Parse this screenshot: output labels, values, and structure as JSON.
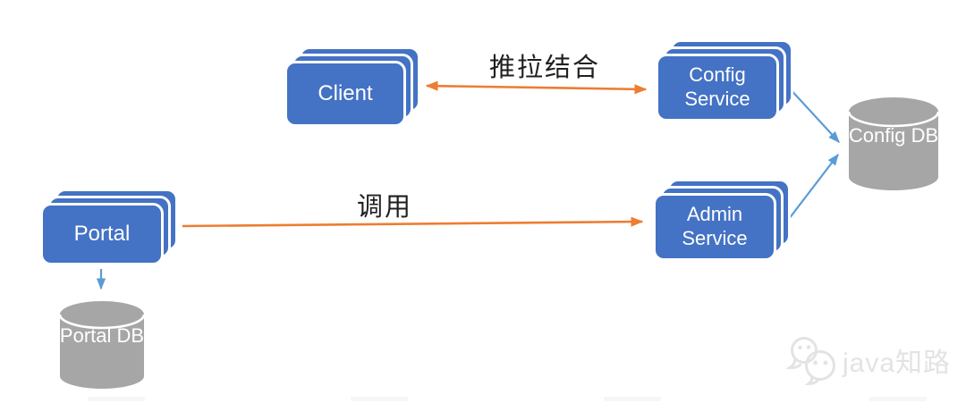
{
  "colors": {
    "node_blue": "#4472C4",
    "arrow_orange": "#ED7D31",
    "arrow_blue": "#5B9BD5",
    "db_gray": "#A6A6A6",
    "watermark_gray": "#E3E3E3"
  },
  "nodes": {
    "client": {
      "label": "Client",
      "type": "stacked-box"
    },
    "config_service": {
      "label": "Config Service",
      "type": "stacked-box"
    },
    "admin_service": {
      "label": "Admin Service",
      "type": "stacked-box"
    },
    "portal": {
      "label": "Portal",
      "type": "stacked-box"
    },
    "config_db": {
      "label": "Config DB",
      "type": "database-cylinder"
    },
    "portal_db": {
      "label": "Portal DB",
      "type": "database-cylinder"
    }
  },
  "edges": {
    "client_config_service": {
      "from": "Client",
      "to": "Config Service",
      "label": "推拉结合",
      "direction": "bidirectional",
      "color": "orange"
    },
    "portal_admin_service": {
      "from": "Portal",
      "to": "Admin Service",
      "label": "调用",
      "direction": "forward",
      "color": "orange"
    },
    "config_service_config_db": {
      "from": "Config Service",
      "to": "Config DB",
      "label": "",
      "direction": "forward",
      "color": "blue"
    },
    "admin_service_config_db": {
      "from": "Admin Service",
      "to": "Config DB",
      "label": "",
      "direction": "forward",
      "color": "blue"
    },
    "portal_portal_db": {
      "from": "Portal",
      "to": "Portal DB",
      "label": "",
      "direction": "forward",
      "color": "blue"
    }
  },
  "watermark": {
    "text": "java知路",
    "icon": "wechat-icon"
  }
}
